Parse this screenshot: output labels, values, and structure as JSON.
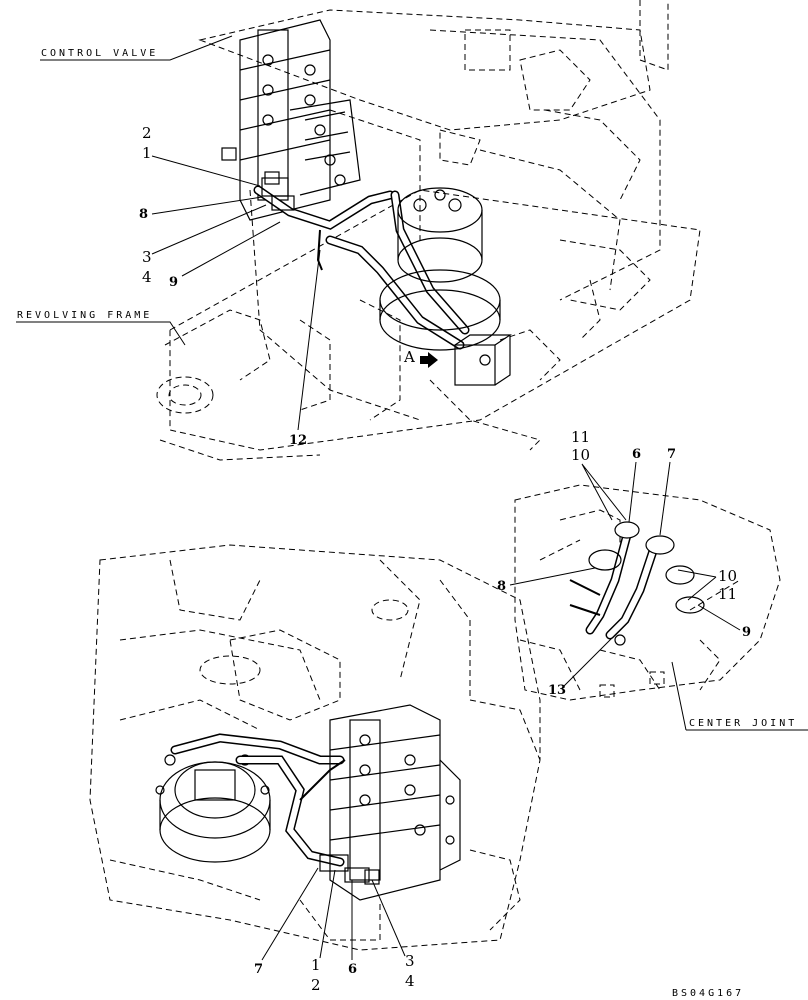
{
  "captions": {
    "control_valve": "CONTROL VALVE",
    "revolving_frame": "REVOLVING FRAME",
    "center_joint": "CENTER JOINT",
    "drawing_id": "BS04G167",
    "view_a": "A"
  },
  "callouts_top": {
    "c2": "2",
    "c1": "1",
    "c8": "8",
    "c3": "3",
    "c4": "4",
    "c9": "9",
    "c12": "12"
  },
  "callouts_detail": {
    "c11a": "11",
    "c10a": "10",
    "c6": "6",
    "c7": "7",
    "c8": "8",
    "c10b": "10",
    "c11b": "11",
    "c9": "9",
    "c13": "13"
  },
  "callouts_bottom": {
    "c7": "7",
    "c1": "1",
    "c2": "2",
    "c6": "6",
    "c3": "3",
    "c4": "4"
  }
}
